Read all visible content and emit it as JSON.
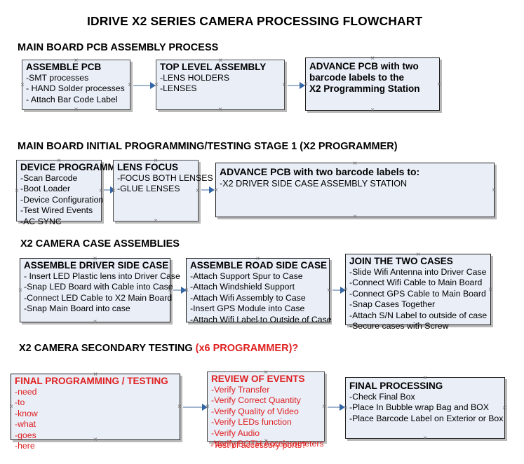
{
  "document": {
    "title": "IDRIVE X2  SERIES CAMERA PROCESSING FLOWCHART"
  },
  "sections": [
    {
      "id": "main-board-pcb-assembly",
      "heading": "MAIN BOARD PCB ASSEMBLY PROCESS",
      "heading_suffix": "",
      "boxes": [
        {
          "id": "assemble-pcb",
          "title": "ASSEMBLE PCB",
          "title_color": "#000000",
          "lines": [
            "-SMT processes",
            "- HAND Solder processes",
            "- Attach Bar Code Label"
          ]
        },
        {
          "id": "top-level-assembly",
          "title": "TOP LEVEL ASSEMBLY",
          "title_color": "#000000",
          "lines": [
            "-LENS HOLDERS",
            "-LENSES"
          ]
        },
        {
          "id": "advance-pcb-to-programming-station",
          "title": "ADVANCE PCB with two",
          "title_color": "#000000",
          "lines": [
            "barcode labels to the",
            " X2 Programming Station"
          ]
        }
      ]
    },
    {
      "id": "main-board-initial-programming",
      "heading": "MAIN BOARD INITIAL PROGRAMMING/TESTING STAGE 1 (X2 PROGRAMMER)",
      "heading_suffix": "",
      "boxes": [
        {
          "id": "device-programming",
          "title": "DEVICE PROGRAMMING",
          "title_color": "#000000",
          "lines": [
            "-Scan Barcode",
            "-Boot Loader",
            "-Device Configuration",
            "-Test Wired Events",
            "-AC SYNC"
          ]
        },
        {
          "id": "lens-focus",
          "title": "LENS FOCUS",
          "title_color": "#000000",
          "lines": [
            "-FOCUS BOTH LENSES",
            "-GLUE LENSES"
          ]
        },
        {
          "id": "advance-pcb-to-driver-side-case",
          "title": "ADVANCE PCB with two barcode labels to:",
          "title_color": "#000000",
          "lines": [
            "-X2 DRIVER  SIDE  CASE  ASSEMBLY STATION"
          ]
        }
      ]
    },
    {
      "id": "x2-camera-case-assemblies",
      "heading": "X2 CAMERA CASE ASSEMBLIES",
      "heading_suffix": "",
      "boxes": [
        {
          "id": "assemble-driver-side-case",
          "title": "ASSEMBLE DRIVER SIDE CASE",
          "title_color": "#000000",
          "lines": [
            "- Insert LED Plastic lens into Driver Case",
            "-Snap LED Board with Cable into Case",
            "-Connect LED Cable to X2 Main Board",
            "-Snap Main Board into case"
          ]
        },
        {
          "id": "assemble-road-side-case",
          "title": "ASSEMBLE ROAD SIDE CASE",
          "title_color": "#000000",
          "lines": [
            "-Attach Support Spur to Case",
            "-Attach Windshield Support",
            "-Attach Wifi Assembly to Case",
            "-Insert GPS Module into Case",
            "-Attach Wifi Label to Outside of Case"
          ]
        },
        {
          "id": "join-the-two-cases",
          "title": "JOIN THE TWO CASES",
          "title_color": "#000000",
          "lines": [
            "-Slide Wifi Antenna into Driver Case",
            "-Connect Wifi Cable to Main Board",
            "-Connect GPS Cable to Main Board",
            "-Snap Cases Together",
            "-Attach S/N Label to outside of case",
            "-Secure cases with Screw"
          ]
        }
      ]
    },
    {
      "id": "x2-camera-secondary-testing",
      "heading": "X2 CAMERA SECONDARY TESTING ",
      "heading_suffix": "(x6 PROGRAMMER)?",
      "boxes": [
        {
          "id": "final-programming-testing",
          "title": "FINAL PROGRAMMING / TESTING",
          "title_color": "#e02020",
          "lines": [
            "-need",
            "-to",
            "-know",
            "-what",
            "-goes",
            "-here"
          ]
        },
        {
          "id": "review-of-events",
          "title": "REVIEW OF EVENTS",
          "title_color": "#e02020",
          "lines": [
            "-Verify Transfer",
            "-Verify Correct Quantity",
            "-Verify Quality of Video",
            "-Verify LEDs function",
            "-Verify Audio",
            "-Verify BOTH Accelerometers"
          ],
          "overflow_line": "-Test of accessory ports?"
        },
        {
          "id": "final-processing",
          "title": "FINAL PROCESSING",
          "title_color": "#000000",
          "lines": [
            " -Check Final Box",
            "-Place In Bubble wrap Bag and BOX",
            "-Place Barcode Label on Exterior or Box"
          ]
        }
      ]
    }
  ],
  "colors": {
    "box_fill": "#e9eef7",
    "box_border": "#4a4a4a",
    "box_shadow": "#b9b9b9",
    "connector_line": "#9fb4cd",
    "arrowhead": "#3465a4",
    "red_text": "#e02020",
    "black_text": "#000000",
    "connection_point": "#6f6f6f"
  }
}
